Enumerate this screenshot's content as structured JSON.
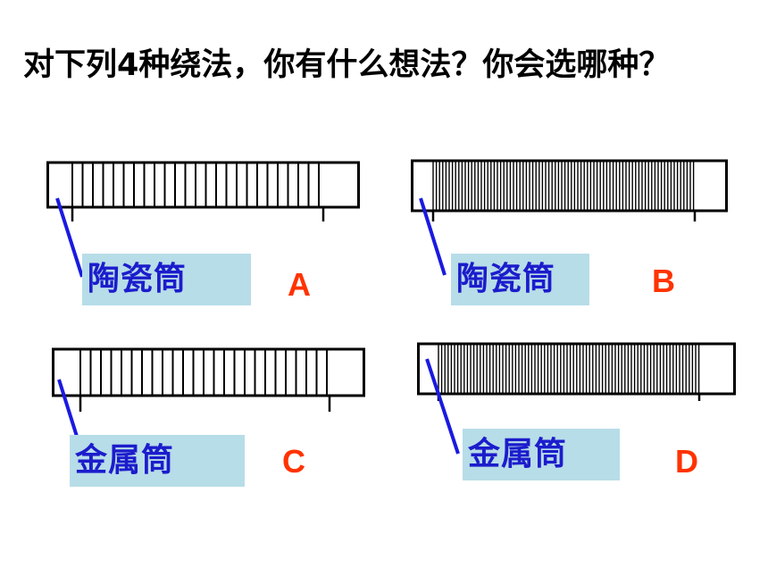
{
  "question": "对下列4种绕法，你有什么想法？你会选哪种？",
  "options": [
    {
      "id": "A",
      "letter": "A",
      "material": "陶瓷筒",
      "winding": "sparse"
    },
    {
      "id": "B",
      "letter": "B",
      "material": "陶瓷筒",
      "winding": "dense"
    },
    {
      "id": "C",
      "letter": "C",
      "material": "金属筒",
      "winding": "sparse"
    },
    {
      "id": "D",
      "letter": "D",
      "material": "金属筒",
      "winding": "dense"
    }
  ],
  "colors": {
    "label_background": "#b7dde8",
    "label_text": "#1c1ccc",
    "letter": "#ff3300",
    "pointer": "#1a1ae0",
    "coil": "#000000"
  }
}
